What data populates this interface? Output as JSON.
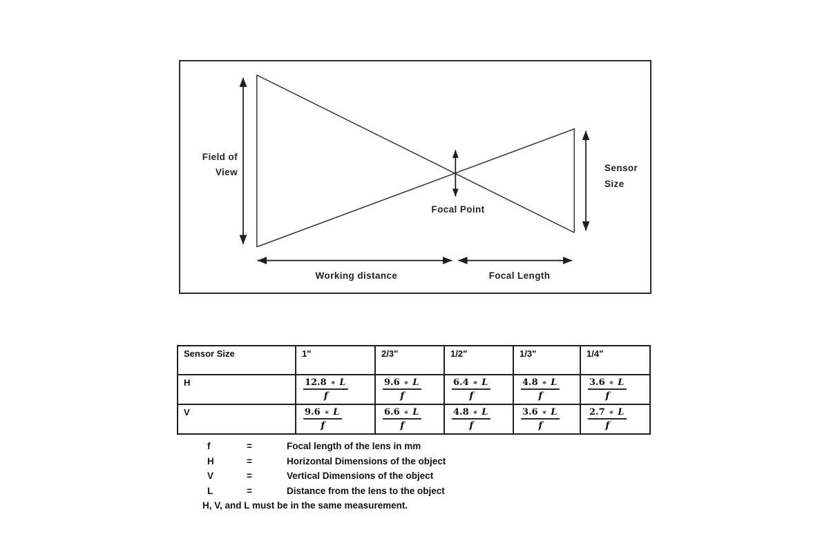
{
  "diagram": {
    "labels": {
      "field_of_view_line1": "Field of",
      "field_of_view_line2": "View",
      "sensor_size_line1": "Sensor",
      "sensor_size_line2": "Size",
      "focal_point": "Focal Point",
      "working_distance": "Working distance",
      "focal_length": "Focal Length"
    },
    "colors": {
      "line": "#3d3d3d",
      "arrow": "#1f1f1f",
      "border": "#2a2a2a"
    }
  },
  "table": {
    "header": [
      "Sensor Size",
      "1\"",
      "2/3\"",
      "1/2\"",
      "1/3\"",
      "1/4\""
    ],
    "operator": "∗",
    "variable": "L",
    "denominator": "f",
    "rows": [
      {
        "label": "H",
        "cells": [
          {
            "coef": "12.8"
          },
          {
            "coef": "9.6"
          },
          {
            "coef": "6.4"
          },
          {
            "coef": "4.8"
          },
          {
            "coef": "3.6"
          }
        ]
      },
      {
        "label": "V",
        "cells": [
          {
            "coef": "9.6"
          },
          {
            "coef": "6.6"
          },
          {
            "coef": "4.8"
          },
          {
            "coef": "3.6"
          },
          {
            "coef": "2.7"
          }
        ]
      }
    ]
  },
  "legend": {
    "entries": [
      {
        "symbol": "f",
        "eq": "=",
        "desc": "Focal length of the lens in mm"
      },
      {
        "symbol": "H",
        "eq": "=",
        "desc": "Horizontal Dimensions of the object"
      },
      {
        "symbol": "V",
        "eq": "=",
        "desc": "Vertical Dimensions of the object"
      },
      {
        "symbol": "L",
        "eq": "=",
        "desc": "Distance from the lens to the object"
      }
    ],
    "note": "H, V, and L must be in the same measurement."
  }
}
